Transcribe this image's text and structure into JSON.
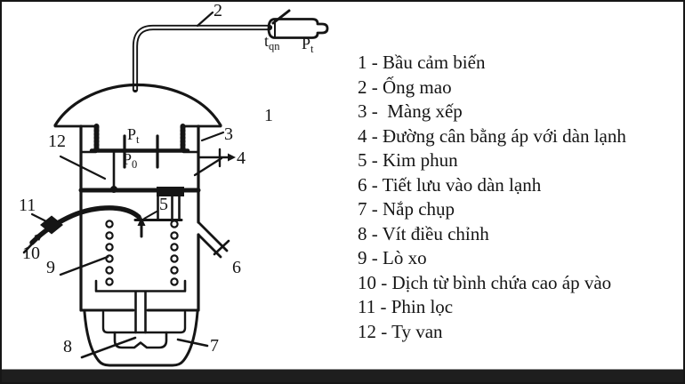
{
  "colors": {
    "ink": "#151515",
    "paper": "#ffffff",
    "frame": "#161616",
    "bottom_bar": "#1e1e1e"
  },
  "diagram": {
    "callouts": {
      "c1": "1",
      "c2": "2",
      "c3": "3",
      "c4": "4",
      "c5": "5",
      "c6": "6",
      "c7": "7",
      "c8": "8",
      "c9": "9",
      "c10": "10",
      "c11": "11",
      "c12": "12"
    },
    "symbols": {
      "bulb_temp": {
        "base": "t",
        "sub": "qn"
      },
      "bulb_press": {
        "base": "P",
        "sub": "t"
      },
      "dome_press_top": {
        "base": "P",
        "sub": "t"
      },
      "dome_press_bottom": {
        "base": "P",
        "sub": "0"
      }
    }
  },
  "legend": {
    "lines": [
      "1 - Bầu cảm biến",
      "2 - Ống mao",
      "3 -  Màng xếp",
      "4 - Đường cân bằng áp với dàn lạnh",
      "5 - Kim phun",
      "6 - Tiết lưu vào dàn lạnh",
      "7 - Nắp chụp",
      "8 - Vít điều chỉnh",
      "9 - Lò xo",
      "10 - Dịch từ bình chứa cao áp vào",
      "11 - Phin lọc",
      "12 - Ty van"
    ]
  }
}
